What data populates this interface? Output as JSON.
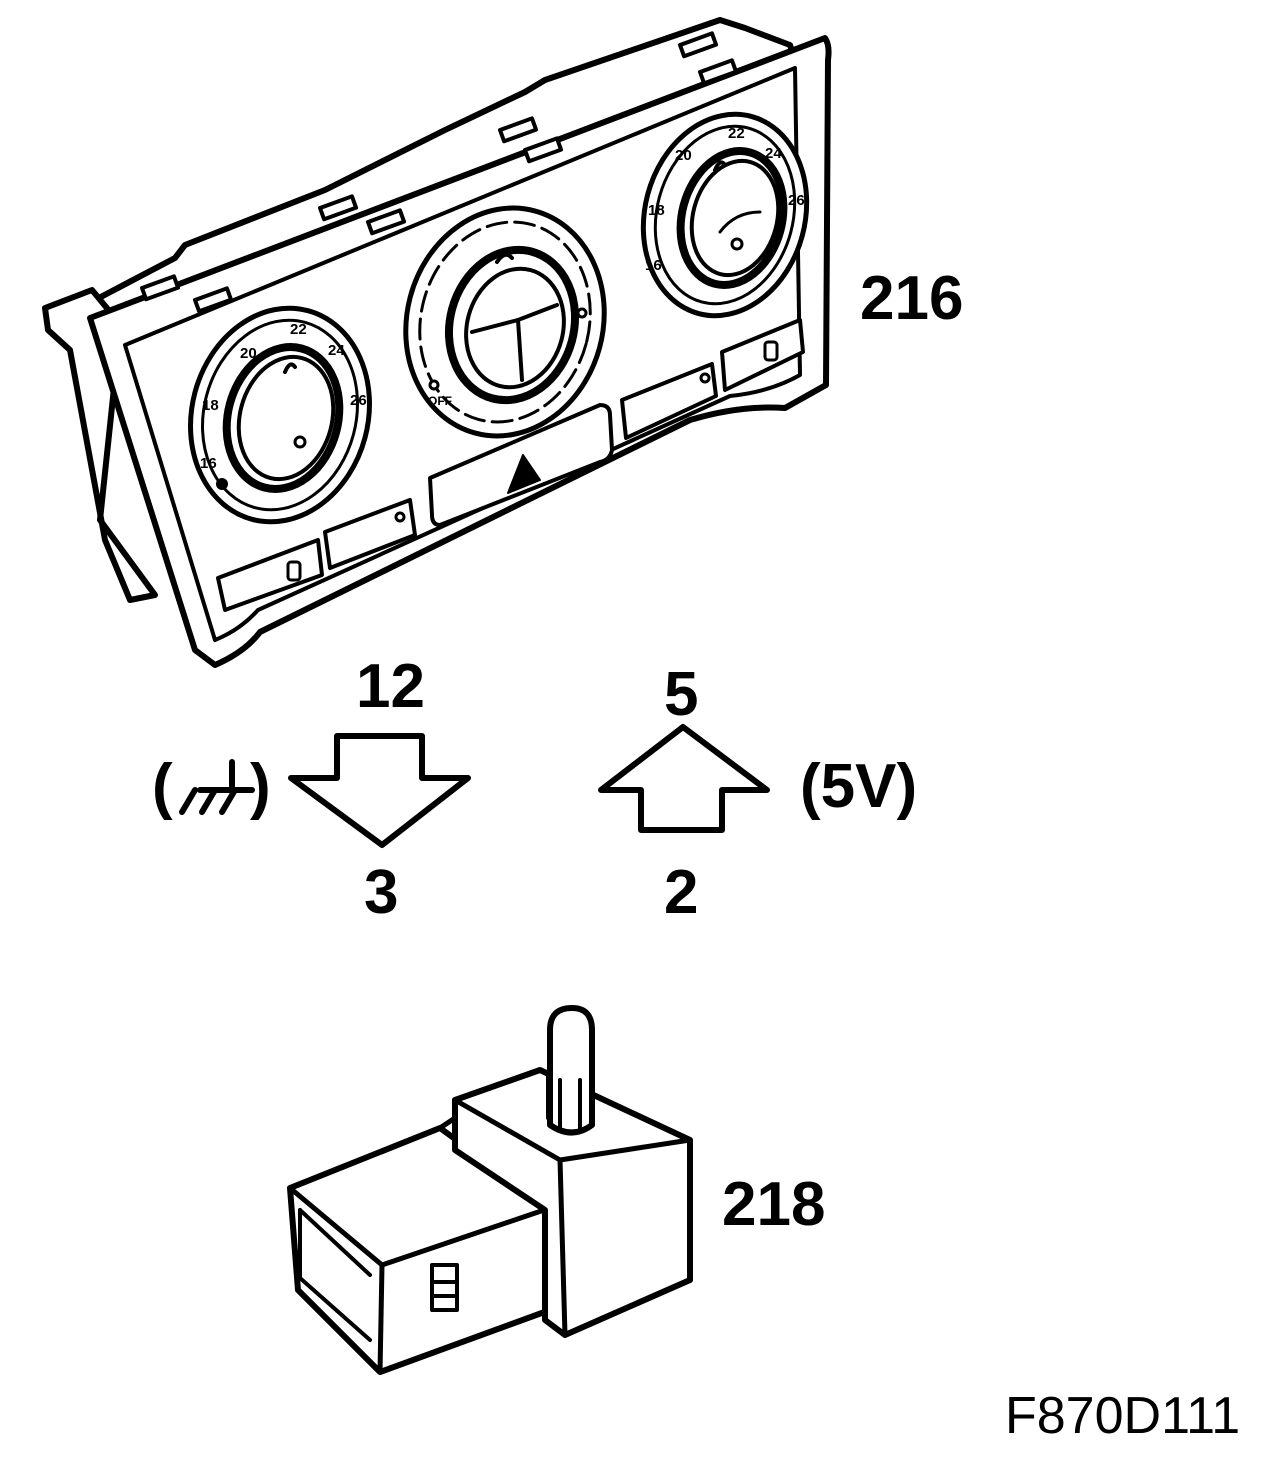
{
  "labels": {
    "control_panel_ref": "216",
    "sensor_ref": "218",
    "pin_top_left": "12",
    "pin_bottom_left": "3",
    "pin_top_right": "5",
    "pin_bottom_right": "2",
    "voltage": "(5V)",
    "ground_open": "(",
    "ground_close": ")",
    "figure_id": "F870D111"
  },
  "dial_left": {
    "ticks": [
      "16",
      "18",
      "20",
      "22",
      "24",
      "26"
    ]
  },
  "dial_right": {
    "ticks": [
      "16",
      "18",
      "20",
      "22",
      "24",
      "26"
    ]
  },
  "dial_center": {
    "off_label": "OFF"
  },
  "icons": {
    "hazard": "hazard-triangle-icon",
    "ground": "ground-symbol-icon",
    "arrow_down": "arrow-down-icon",
    "arrow_up": "arrow-up-icon"
  }
}
